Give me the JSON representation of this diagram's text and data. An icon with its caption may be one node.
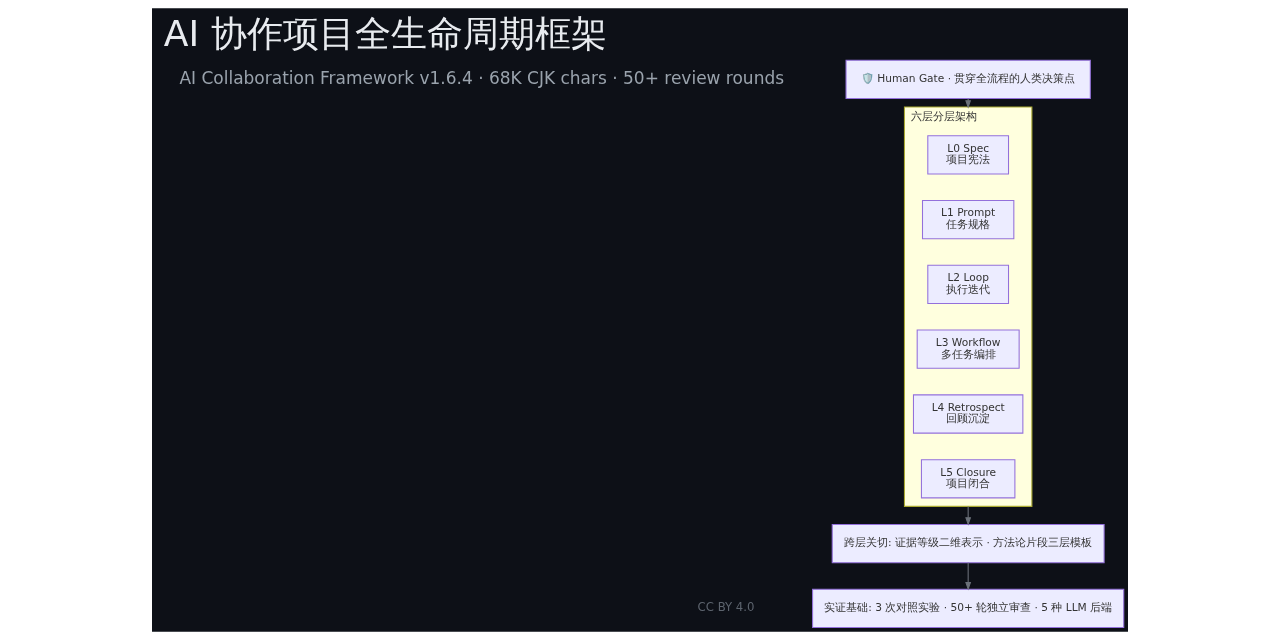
{
  "diagram": {
    "title": "AI 协作项目全生命周期框架",
    "nodes": [
      {
        "text": [
          "🛡️ Human Gate · 贯穿全流程的人类决策点"
        ]
      },
      {
        "text": [
          "六层分层架构"
        ]
      },
      {
        "text": [
          "L0 Spec",
          "项目宪法"
        ],
        "in": 1
      },
      {
        "text": [
          "L1 Prompt",
          "任务规格"
        ],
        "in": 1
      },
      {
        "text": [
          "L2 Loop",
          "执行迭代"
        ],
        "in": 1
      },
      {
        "text": [
          "L3 Workflow",
          "多任务编排"
        ],
        "in": 1
      },
      {
        "text": [
          "L4 Retrospect",
          "回顾沉淀"
        ],
        "in": 1
      },
      {
        "text": [
          "L5 Closure",
          "项目闭合"
        ],
        "in": 1
      },
      {
        "text": [
          "跨层关切: 证据等级二维表示 · 方法论片段三层模板"
        ]
      },
      {
        "text": [
          "实证基础: 3 次对照实验 · 50+ 轮独立审查 · 5 种 LLM 后端"
        ]
      }
    ],
    "edges": [
      {
        "from": 0,
        "to": 1,
        "arrow": "to"
      },
      {
        "from": 1,
        "to": 8,
        "arrow": "to"
      },
      {
        "from": 8,
        "to": 9,
        "arrow": "to"
      }
    ],
    "labels": [
      "AI Collaboration Framework v1.6.4 · 68K CJK chars · 50+ review rounds",
      "CC BY 4.0"
    ]
  }
}
